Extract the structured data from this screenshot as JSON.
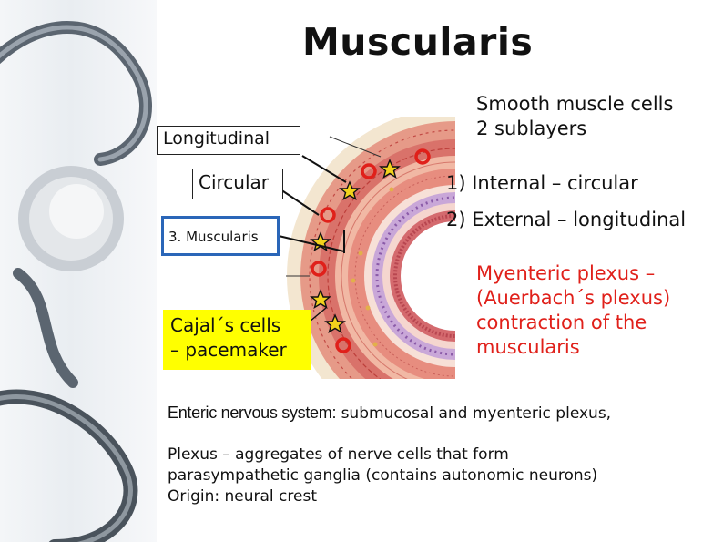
{
  "slide": {
    "title": "Muscularis",
    "labels": {
      "longitudinal": "Longitudinal",
      "circular": "Circular",
      "muscularis": "3. Muscularis",
      "cajal_line1": "Cajal´s cells",
      "cajal_line2": "– pacemaker"
    },
    "smooth": {
      "line1": "Smooth muscle cells",
      "line2": "2 sublayers"
    },
    "internal": "1) Internal – circular",
    "external": "2) External – longitudinal",
    "myenteric": {
      "line1": "Myenteric plexus –",
      "line2": "(Auerbach´s plexus)",
      "line3": "contraction of the",
      "line4": "muscularis"
    },
    "ens": {
      "lead": "Enteric nervous system:",
      "rest": " submucosal and myenteric plexus,"
    },
    "plexus": {
      "line1": "Plexus – aggregates of nerve cells that form",
      "line2": "parasympathetic ganglia (contains autonomic neurons)",
      "line3": "Origin: neural crest"
    },
    "colors": {
      "accent_red": "#e0201a",
      "highlight_yellow": "#ffff00",
      "box_blue": "#2a66b8"
    }
  }
}
